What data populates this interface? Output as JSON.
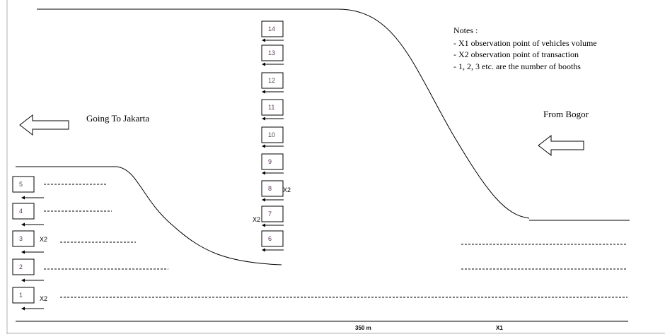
{
  "notes": {
    "heading": "Notes :",
    "items": [
      "-  X1 observation  point of vehicles volume",
      " - X2  observation point of transaction",
      " - 1, 2, 3 etc. are the number of booths"
    ]
  },
  "labels": {
    "going_to": "Going To Jakarta",
    "from": "From Bogor",
    "distance": "350 m",
    "x1": "X1"
  },
  "booths": {
    "center": [
      "14",
      "13",
      "12",
      "11",
      "10",
      "9",
      "8",
      "7",
      "6"
    ],
    "left": [
      "5",
      "4",
      "3",
      "2",
      "1"
    ]
  },
  "observation_marks": {
    "booth_8": "X2",
    "booth_7": "X2",
    "booth_3": "X2",
    "booth_1": "X2"
  },
  "colors": {
    "ink": "#000000",
    "booth_number": "#5a3a5a",
    "border": "#b0b0b0"
  }
}
